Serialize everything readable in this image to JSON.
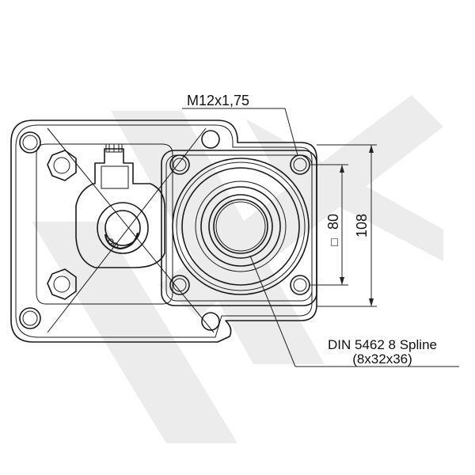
{
  "labels": {
    "thread": "M12x1,75",
    "square_symbol": "□",
    "square_value": "80",
    "outer_dim": "108",
    "spline_line1": "DIN 5462 8 Spline",
    "spline_line2": "(8x32x36)"
  },
  "colors": {
    "line": "#1a1a1a",
    "watermark": "#ececec",
    "background": "#ffffff"
  }
}
